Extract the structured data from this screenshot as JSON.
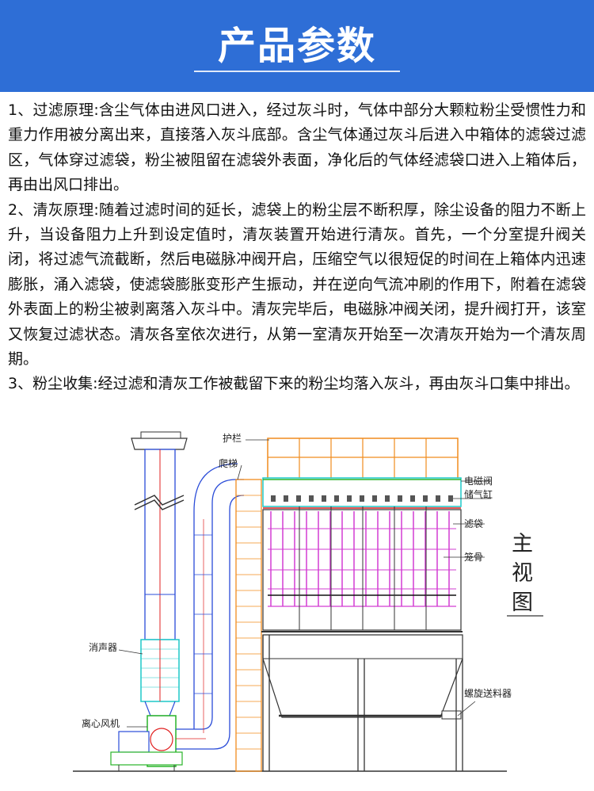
{
  "header": {
    "title": "产品参数"
  },
  "paragraphs": [
    "1、过滤原理:含尘气体由进风口进入，经过灰斗时，气体中部分大颗粒粉尘受惯性力和重力作用被分离出来，直接落入灰斗底部。含尘气体通过灰斗后进入中箱体的滤袋过滤区，气体穿过滤袋，粉尘被阻留在滤袋外表面，净化后的气体经滤袋口进入上箱体后，再由出风口排出。",
    "2、清灰原理:随着过滤时间的延长，滤袋上的粉尘层不断积厚，除尘设备的阻力不断上升，当设备阻力上升到设定值时，清灰装置开始进行清灰。首先，一个分室提升阀关闭，将过滤气流截断，然后电磁脉冲阀开启，压缩空气以很短促的时间在上箱体内迅速膨胀，涌入滤袋，使滤袋膨胀变形产生振动，并在逆向气流冲刷的作用下，附着在滤袋外表面上的粉尘被剥离落入灰斗中。清灰完毕后，电磁脉冲阀关闭，提升阀打开，该室又恢复过滤状态。清灰各室依次进行，从第一室清灰开始至一次清灰开始为一个清灰周期。",
    "3、粉尘收集:经过滤和清灰工作被截留下来的粉尘均落入灰斗，再由灰斗口集中排出。"
  ],
  "diagram": {
    "labels": {
      "guardrail": "护栏",
      "ladder": "爬梯",
      "solenoid_valve": "电磁阀",
      "air_tank": "储气缸",
      "filter_bag": "滤袋",
      "cage": "笼骨",
      "silencer": "消声器",
      "fan": "离心风机",
      "screw_conveyor": "螺旋送料器",
      "view_name": [
        "主",
        "视",
        "图"
      ]
    },
    "colors": {
      "header_bg": "#2e6ed6",
      "guardrail": "#f08c1e",
      "filter_bag": "#d23cd2",
      "cyan": "#1ec8c8",
      "blue": "#2a4cd8",
      "red": "#e02020",
      "green": "#28b428"
    }
  }
}
